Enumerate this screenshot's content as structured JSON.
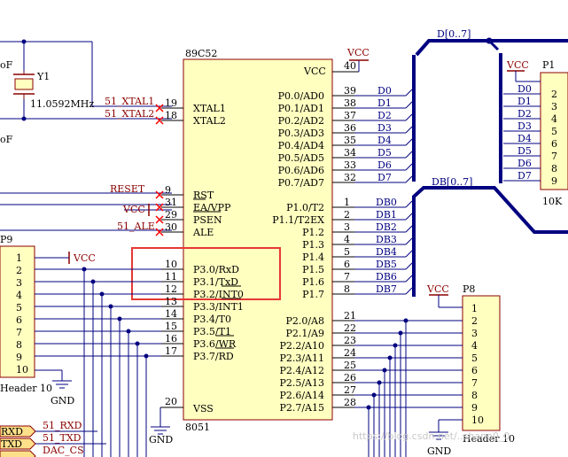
{
  "colors": {
    "wire": "#000080",
    "part_fill": "#ffffc0",
    "part_stroke": "#8b0000",
    "label": "#8b0000",
    "net": "#000080",
    "nc_mark": "#ff0000",
    "highlight": "#e53935",
    "label_tag_fill": "#ffe08a"
  },
  "mcu": {
    "designator": "89C52",
    "comment": "8051",
    "vcc_label": "VCC",
    "vss_label": "VSS",
    "vcc_pin": "40",
    "vss_pin": "20",
    "left_pins": [
      {
        "num": "19",
        "name": "XTAL1"
      },
      {
        "num": "18",
        "name": "XTAL2"
      },
      {
        "num": "9",
        "name": "RST"
      },
      {
        "num": "31",
        "name": "EA/VPP"
      },
      {
        "num": "29",
        "name": "PSEN"
      },
      {
        "num": "30",
        "name": "ALE"
      },
      {
        "num": "10",
        "name": "P3.0/RxD"
      },
      {
        "num": "11",
        "name": "P3.1/TxD"
      },
      {
        "num": "12",
        "name": "P3.2/INT0"
      },
      {
        "num": "13",
        "name": "P3.3/INT1"
      },
      {
        "num": "14",
        "name": "P3.4/T0"
      },
      {
        "num": "15",
        "name": "P3.5/T1"
      },
      {
        "num": "16",
        "name": "P3.6/WR"
      },
      {
        "num": "17",
        "name": "P3.7/RD"
      }
    ],
    "right_pins_p0": [
      {
        "num": "39",
        "name": "P0.0/AD0",
        "net": "D0"
      },
      {
        "num": "38",
        "name": "P0.1/AD1",
        "net": "D1"
      },
      {
        "num": "37",
        "name": "P0.2/AD2",
        "net": "D2"
      },
      {
        "num": "36",
        "name": "P0.3/AD3",
        "net": "D3"
      },
      {
        "num": "35",
        "name": "P0.4/AD4",
        "net": "D4"
      },
      {
        "num": "34",
        "name": "P0.5/AD5",
        "net": "D5"
      },
      {
        "num": "33",
        "name": "P0.6/AD6",
        "net": "D6"
      },
      {
        "num": "32",
        "name": "P0.7/AD7",
        "net": "D7"
      }
    ],
    "right_pins_p1": [
      {
        "num": "1",
        "name": "P1.0/T2",
        "net": "DB0"
      },
      {
        "num": "2",
        "name": "P1.1/T2EX",
        "net": "DB1"
      },
      {
        "num": "3",
        "name": "P1.2",
        "net": "DB2"
      },
      {
        "num": "4",
        "name": "P1.3",
        "net": "DB3"
      },
      {
        "num": "5",
        "name": "P1.4",
        "net": "DB4"
      },
      {
        "num": "6",
        "name": "P1.5",
        "net": "DB5"
      },
      {
        "num": "7",
        "name": "P1.6",
        "net": "DB6"
      },
      {
        "num": "8",
        "name": "P1.7",
        "net": "DB7"
      }
    ],
    "right_pins_p2": [
      {
        "num": "21",
        "name": "P2.0/A8"
      },
      {
        "num": "22",
        "name": "P2.1/A9"
      },
      {
        "num": "23",
        "name": "P2.2/A10"
      },
      {
        "num": "24",
        "name": "P2.3/A11"
      },
      {
        "num": "25",
        "name": "P2.4/A12"
      },
      {
        "num": "26",
        "name": "P2.5/A13"
      },
      {
        "num": "27",
        "name": "P2.6/A14"
      },
      {
        "num": "28",
        "name": "P2.7/A15"
      }
    ]
  },
  "crystal": {
    "designator": "Y1",
    "value": "11.0592MHz",
    "cap_partial_top": "oF",
    "cap_partial_bottom": "oF"
  },
  "net_labels_left": {
    "xtal1": "51_XTAL1",
    "xtal2": "51_XTAL2",
    "reset": "RESET",
    "vcc": "VCC",
    "ale": "51_ALE"
  },
  "buses": {
    "data": "D[0..7]",
    "db": "DB[0..7]"
  },
  "p1_header": {
    "designator": "P1",
    "vcc_label": "VCC",
    "value": "10K",
    "pin_numbers": [
      "2",
      "3",
      "4",
      "5",
      "6",
      "7",
      "8",
      "9"
    ],
    "nets": [
      "D0",
      "D1",
      "D2",
      "D3",
      "D4",
      "D5",
      "D6",
      "D7"
    ]
  },
  "p9_header": {
    "designator": "P9",
    "comment": "Header 10",
    "vcc_label": "VCC",
    "gnd_label": "GND",
    "pins": [
      "1",
      "2",
      "3",
      "4",
      "5",
      "6",
      "7",
      "8",
      "9",
      "10"
    ]
  },
  "p8_header": {
    "designator": "P8",
    "comment": "Header 10",
    "vcc_label": "VCC",
    "gnd_label": "GND",
    "pins": [
      "1",
      "2",
      "3",
      "4",
      "5",
      "6",
      "7",
      "8",
      "9",
      "10"
    ]
  },
  "gnd_mid": "GND",
  "port_tags": [
    {
      "tag": "RXD",
      "net": "51_RXD"
    },
    {
      "tag": "TXD",
      "net": "51_TXD"
    },
    {
      "tag": "",
      "net": "DAC_CS"
    }
  ],
  "highlight_box": {
    "label": "P3.0/RxD, P3.1/TxD, P3.2/INT0"
  },
  "watermark": "https://blog.csdn.net/..shane0_0"
}
